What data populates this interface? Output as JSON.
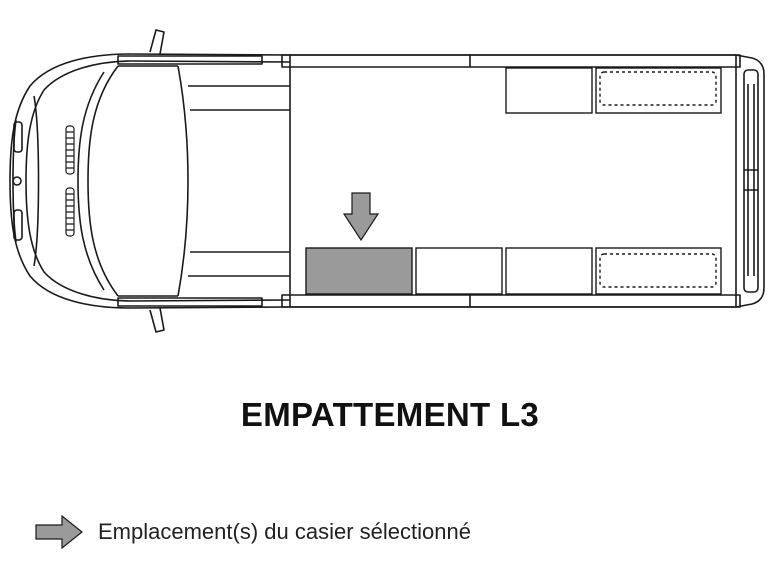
{
  "title": "EMPATTEMENT L3",
  "legend": {
    "label": "Emplacement(s) du casier sélectionné",
    "icon": "arrow-right-icon"
  },
  "colors": {
    "outline": "#1a1a1a",
    "selected_fill": "#9a9a9a",
    "arrow_fill": "#9a9a9a"
  },
  "van": {
    "top_row_compartments": [
      {
        "id": "top-1",
        "selected": false,
        "dashed_inner": false
      },
      {
        "id": "top-2",
        "selected": false,
        "dashed_inner": true
      }
    ],
    "bottom_row_compartments": [
      {
        "id": "bottom-1",
        "selected": true,
        "dashed_inner": false
      },
      {
        "id": "bottom-2",
        "selected": false,
        "dashed_inner": false
      },
      {
        "id": "bottom-3",
        "selected": false,
        "dashed_inner": false
      },
      {
        "id": "bottom-4",
        "selected": false,
        "dashed_inner": true
      }
    ]
  }
}
